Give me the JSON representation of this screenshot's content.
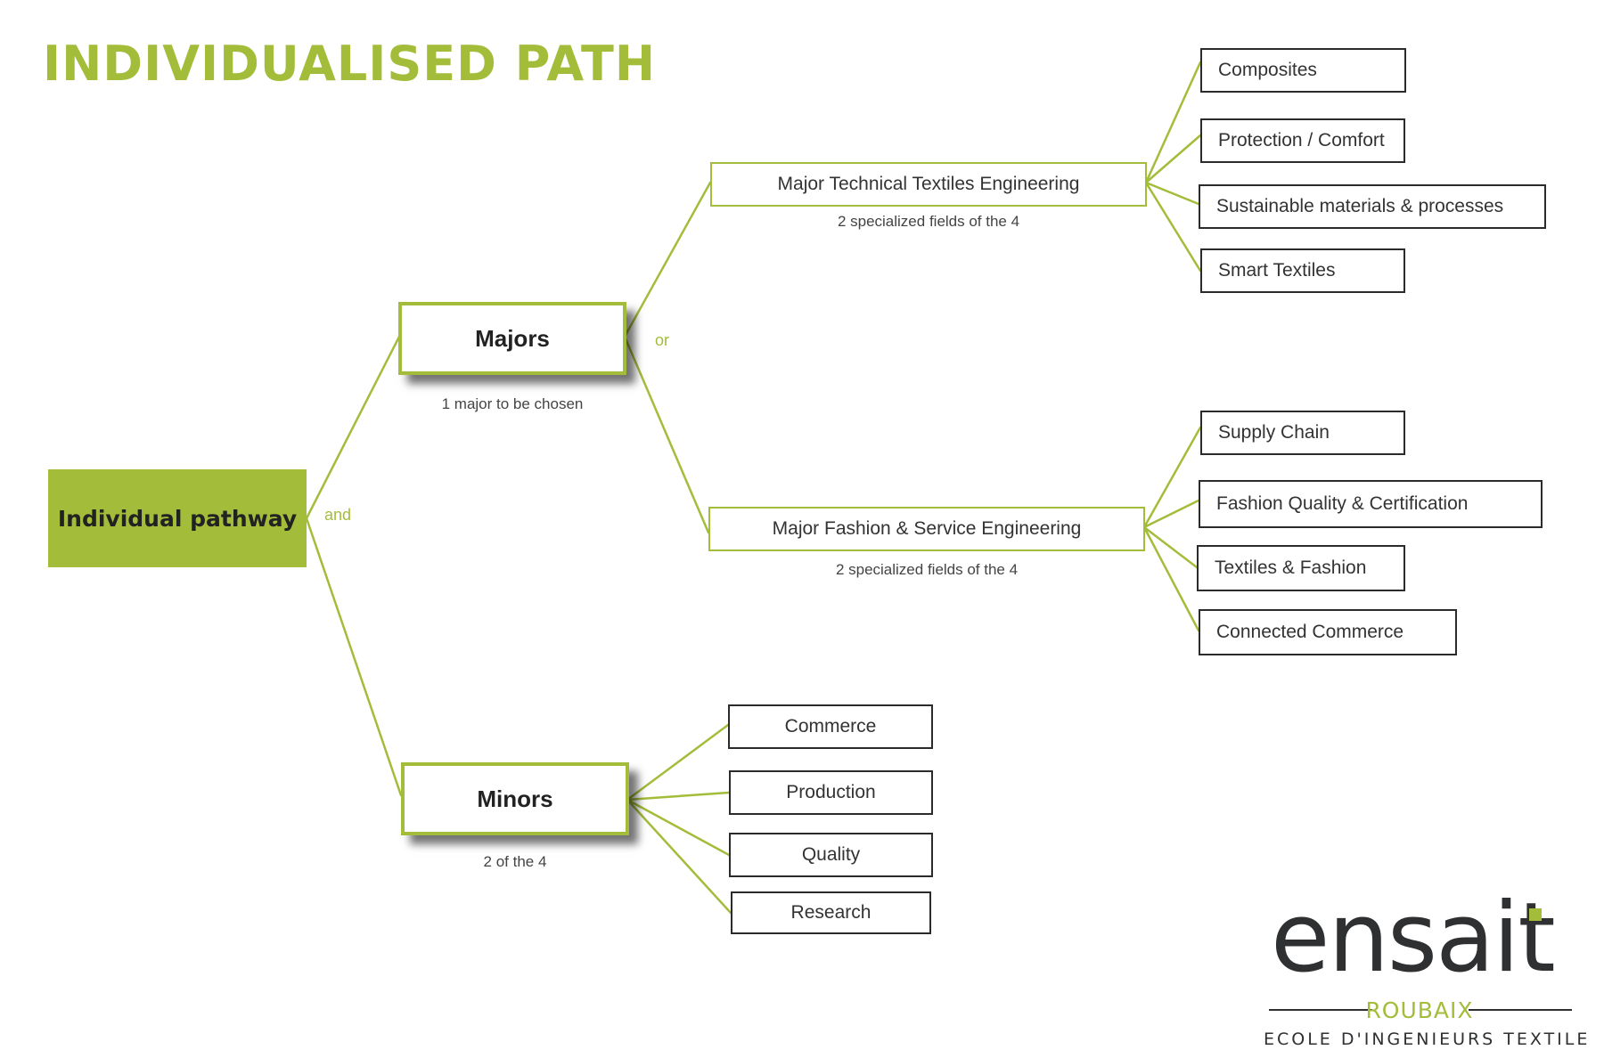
{
  "title": "INDIVIDUALISED PATH",
  "colors": {
    "accent": "#a3bd3a",
    "box_border": "#2b2b2b",
    "text": "#333333"
  },
  "root": {
    "label": "Individual pathway",
    "connector": "and"
  },
  "majors": {
    "label": "Majors",
    "caption": "1 major to be chosen",
    "connector": "or",
    "options": [
      {
        "label": "Major Technical Textiles Engineering",
        "caption": "2 specialized fields of the 4",
        "fields": [
          "Composites",
          "Protection / Comfort",
          "Sustainable materials & processes",
          "Smart Textiles"
        ]
      },
      {
        "label": "Major Fashion & Service Engineering",
        "caption": "2 specialized fields of the 4",
        "fields": [
          "Supply Chain",
          "Fashion Quality & Certification",
          "Textiles & Fashion",
          "Connected Commerce"
        ]
      }
    ]
  },
  "minors": {
    "label": "Minors",
    "caption": "2 of the 4",
    "items": [
      "Commerce",
      "Production",
      "Quality",
      "Research"
    ]
  },
  "logo": {
    "name": "ensait",
    "city": "ROUBAIX",
    "school": "ECOLE D'INGENIEURS TEXTILE"
  }
}
